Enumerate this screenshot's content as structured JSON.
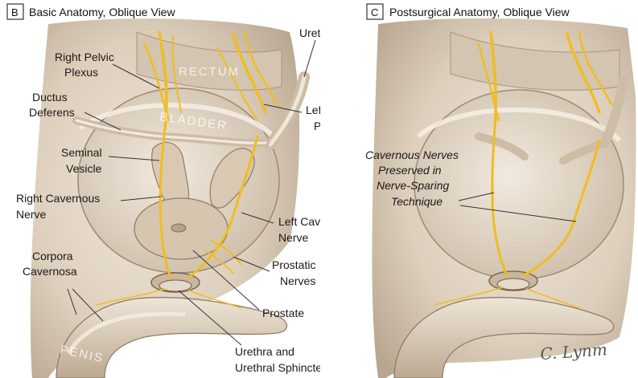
{
  "panels": [
    {
      "badge": "B",
      "title": "Basic Anatomy, Oblique View",
      "organ_labels": [
        "RECTUM",
        "BLADDER",
        "PENIS"
      ],
      "callouts": [
        [
          "Ureter"
        ],
        [
          "Right Pelvic",
          "Plexus"
        ],
        [
          "Ductus",
          "Deferens"
        ],
        [
          "Left Pelvic",
          "Plexus"
        ],
        [
          "Seminal",
          "Vesicle"
        ],
        [
          "Right Cavernous",
          "Nerve"
        ],
        [
          "Left Cavernous",
          "Nerve"
        ],
        [
          "Corpora",
          "Cavernosa"
        ],
        [
          "Prostatic",
          "Nerves"
        ],
        [
          "Prostate"
        ],
        [
          "Urethra and",
          "Urethral Sphincter"
        ]
      ]
    },
    {
      "badge": "C",
      "title": "Postsurgical Anatomy, Oblique View",
      "callouts": [
        [
          "Cavernous Nerves",
          "Preserved in",
          "Nerve-Sparing",
          "Technique"
        ]
      ]
    }
  ],
  "signature": "C. Lynm",
  "colors": {
    "tissue": "#e8dccb",
    "tissue_shadow": "#b9a894",
    "nerve": "#f0bd21",
    "background": "#ffffff"
  }
}
